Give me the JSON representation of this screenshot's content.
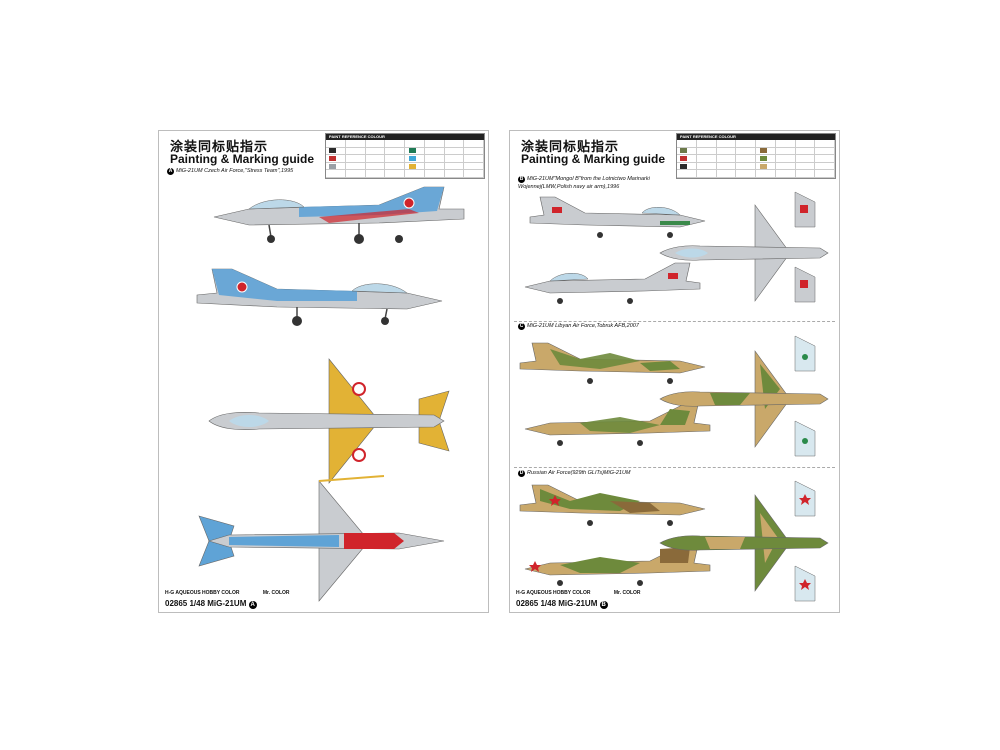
{
  "left_sheet": {
    "title_cn": "涂装同标贴指示",
    "title_en": "Painting & Marking guide",
    "reference_header": "PAINT REFERENCE COLOUR",
    "section_a": {
      "badge": "A",
      "caption": "MiG-21UM Czech Air Force,\"Stress Team\",1995"
    },
    "legend_hobby": "H-G AQUEOUS HOBBY COLOR",
    "legend_mr": "Mr. COLOR",
    "footer_code": "02865 1/48  MiG-21UM",
    "footer_badge": "A"
  },
  "right_sheet": {
    "title_cn": "涂装同标贴指示",
    "title_en": "Painting & Marking guide",
    "reference_header": "PAINT REFERENCE COLOUR",
    "section_b": {
      "badge": "B",
      "caption": "MiG-21UM\"Mongol B\"from the Lotnictwo Marinarki Wojennej(LMW,Polish navy air arm),1996"
    },
    "section_c": {
      "badge": "C",
      "caption": "MiG-21UM Libyan Air Force,Tobruk AFB,2007"
    },
    "section_d": {
      "badge": "D",
      "caption": "Russian Air Force(929th GLITs)MiG-21UM"
    },
    "legend_hobby": "H-G AQUEOUS HOBBY COLOR",
    "legend_mr": "Mr. COLOR",
    "footer_code": "02865 1/48  MiG-21UM",
    "footer_badge": "B"
  },
  "colors": {
    "blue": "#5fa3d6",
    "silver": "#c9ccd0",
    "yellow": "#e2b235",
    "red": "#d0242b",
    "camo_green": "#6e8a3c",
    "camo_tan": "#c9a86a",
    "camo_brown": "#8a6a3a"
  }
}
